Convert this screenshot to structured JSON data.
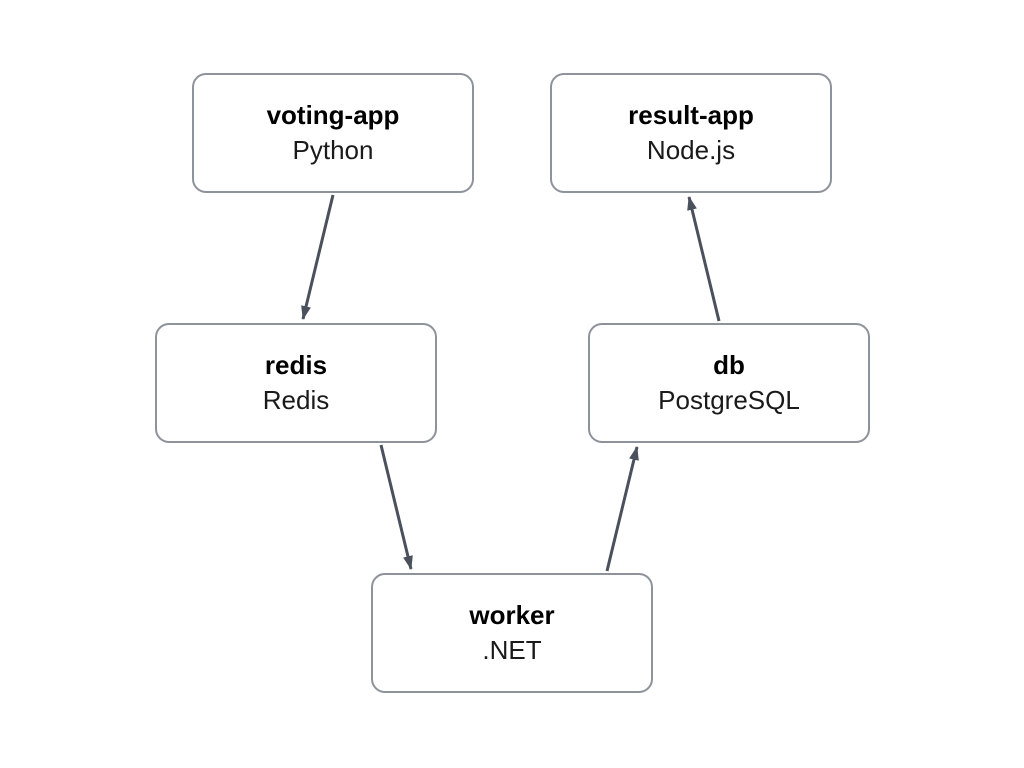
{
  "nodes": [
    {
      "id": "voting-app",
      "name": "voting-app",
      "tech": "Python"
    },
    {
      "id": "result-app",
      "name": "result-app",
      "tech": "Node.js"
    },
    {
      "id": "redis",
      "name": "redis",
      "tech": "Redis"
    },
    {
      "id": "db",
      "name": "db",
      "tech": "PostgreSQL"
    },
    {
      "id": "worker",
      "name": "worker",
      "tech": ".NET"
    }
  ],
  "edges": [
    {
      "from": "voting-app",
      "to": "redis"
    },
    {
      "from": "redis",
      "to": "worker"
    },
    {
      "from": "worker",
      "to": "db"
    },
    {
      "from": "db",
      "to": "result-app"
    }
  ],
  "colors": {
    "background": "#ffffff",
    "node_fill": "#ffffff",
    "node_border": "#8e939b",
    "arrow": "#4a515c",
    "title_text": "#000000",
    "subtitle_text": "#1a1a1a"
  }
}
